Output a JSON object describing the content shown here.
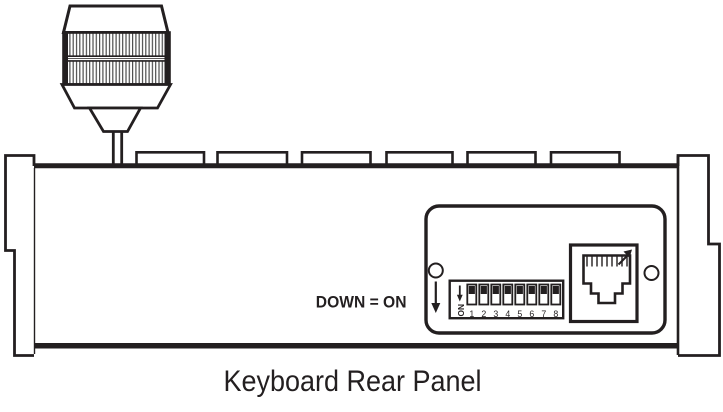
{
  "caption": "Keyboard Rear Panel",
  "rear_panel": {
    "down_on_label": "DOWN = ON"
  },
  "dip_switch": {
    "on_label": "ON",
    "numbers": [
      "1",
      "2",
      "3",
      "4",
      "5",
      "6",
      "7",
      "8"
    ],
    "positions": [
      "up",
      "up",
      "up",
      "up",
      "up",
      "up",
      "up",
      "up"
    ]
  },
  "colors": {
    "line": "#231f20",
    "background": "#ffffff"
  }
}
